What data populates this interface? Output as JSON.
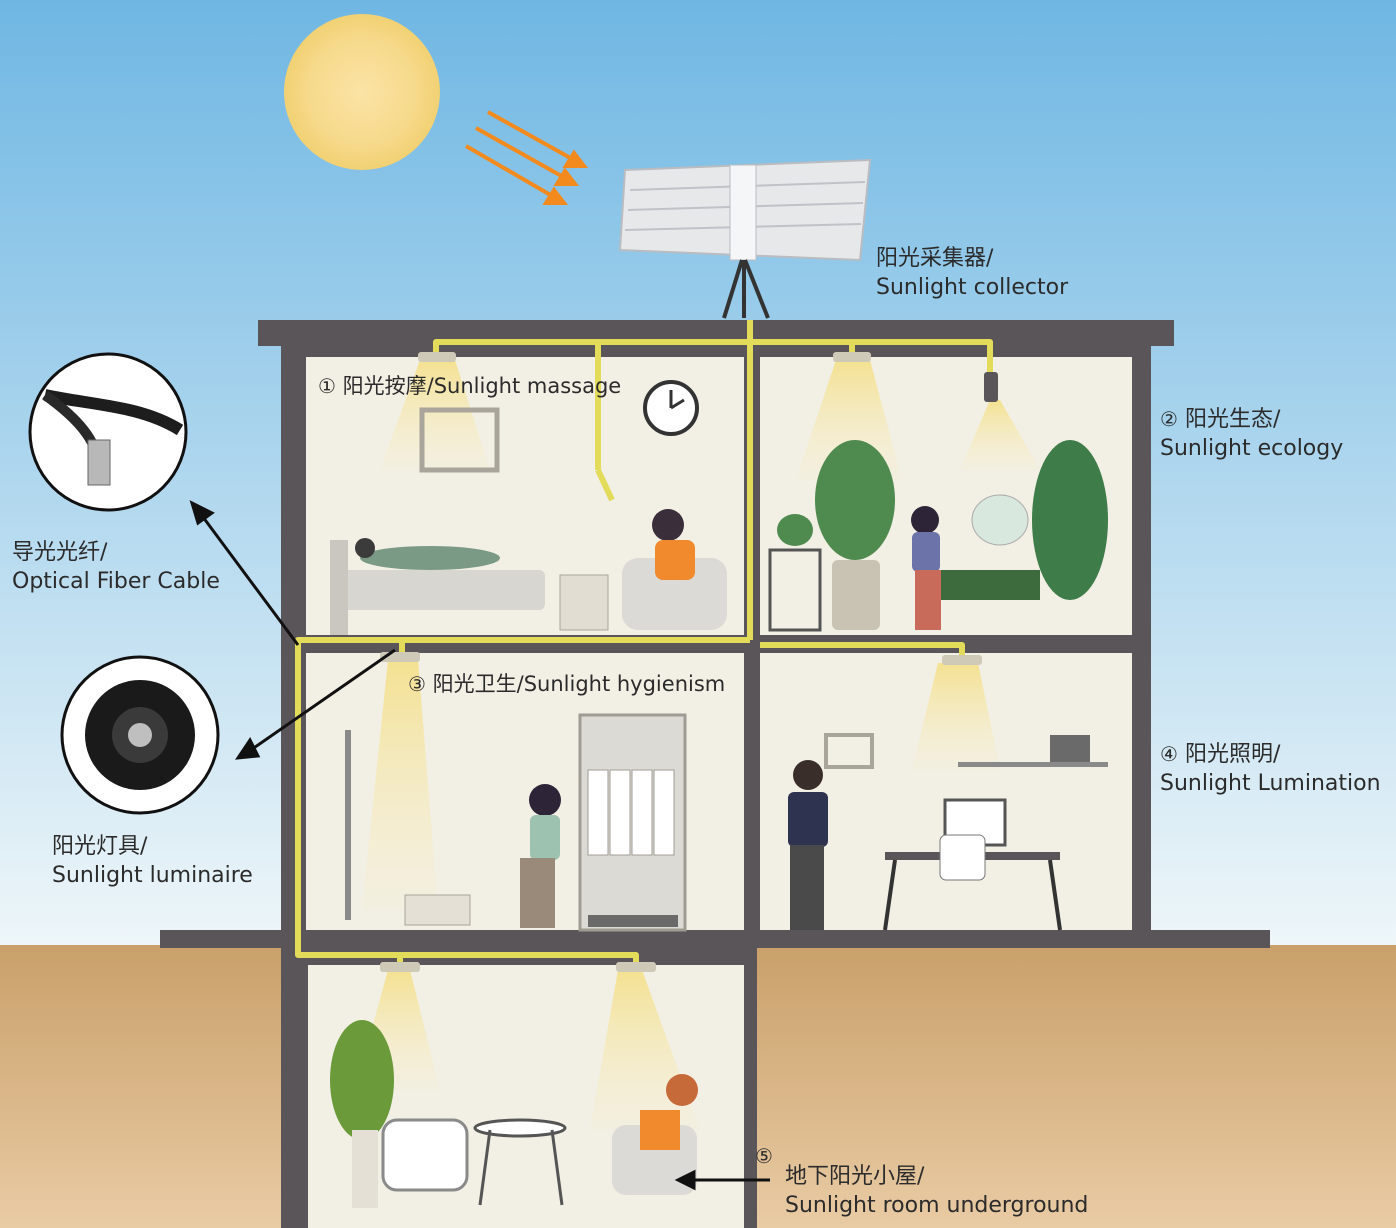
{
  "labels": {
    "collector": {
      "zh": "阳光采集器/",
      "en": "Sunlight collector"
    },
    "massage": {
      "num": "①",
      "text": "阳光按摩/Sunlight massage"
    },
    "ecology": {
      "num": "②",
      "zh": "阳光生态/",
      "en": "Sunlight ecology"
    },
    "hygienism": {
      "num": "③",
      "text": "阳光卫生/Sunlight hygienism"
    },
    "lumination": {
      "num": "④",
      "zh": "阳光照明/",
      "en": "Sunlight Lumination"
    },
    "underground": {
      "num": "⑤",
      "zh": "地下阳光小屋/",
      "en": "Sunlight room underground"
    },
    "fiber": {
      "zh": "导光光纤/",
      "en": "Optical Fiber Cable"
    },
    "luminaire": {
      "zh": "阳光灯具/",
      "en": "Sunlight luminaire"
    }
  },
  "colors": {
    "sky_top": "#6fb7e3",
    "sky_bottom": "#eaf4f8",
    "ground_top": "#c9a06a",
    "ground_bottom": "#e8c9a0",
    "wall": "#5a5558",
    "room": "#f2efe4",
    "fiber": "#e3dc5a",
    "beam": "#f6e7a8",
    "sun": "#f7dc8a",
    "arrow": "#f28a1e"
  },
  "icons": [
    "sun-icon",
    "collector-icon",
    "fiber-cable-icon",
    "luminaire-icon",
    "clock-icon"
  ]
}
